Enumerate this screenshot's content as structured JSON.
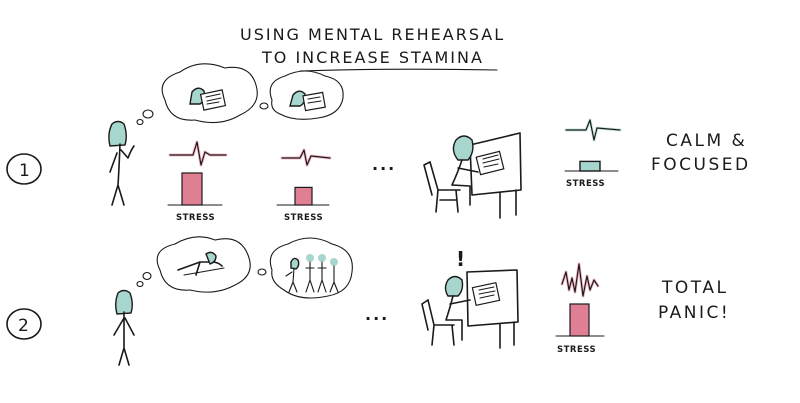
{
  "title": {
    "line1": "USING MENTAL REHEARSAL",
    "line2": "TO INCREASE STAMINA"
  },
  "rows": [
    {
      "number": "1",
      "outcome_line1": "CALM &",
      "outcome_line2": "FOCUSED",
      "stress_labels": [
        "STRESS",
        "STRESS",
        "STRESS"
      ],
      "stress_levels": [
        1.0,
        0.55,
        0.3
      ],
      "ellipsis": "..."
    },
    {
      "number": "2",
      "outcome_line1": "TOTAL",
      "outcome_line2": "PANIC!",
      "stress_labels": [
        "STRESS"
      ],
      "stress_levels": [
        1.0
      ],
      "ellipsis": "...",
      "alert": "!"
    }
  ],
  "colors": {
    "teal": "#a7d6cf",
    "pink": "#e07e93",
    "ink": "#1a1a1a"
  }
}
